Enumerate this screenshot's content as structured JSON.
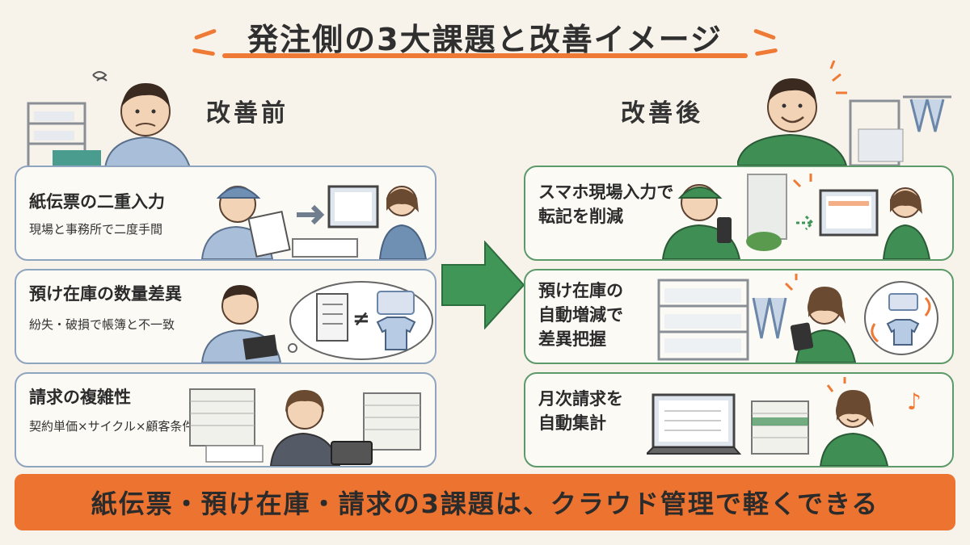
{
  "title": "発注側の3大課題と改善イメージ",
  "before": {
    "label": "改善前",
    "cards": [
      {
        "title": "紙伝票の二重入力",
        "sub": "現場と事務所で二度手間"
      },
      {
        "title": "預け在庫の数量差異",
        "sub": "紛失・破損で帳簿と不一致"
      },
      {
        "title": "請求の複雑性",
        "sub": "契約単価×サイクル×顧客条件"
      }
    ]
  },
  "after": {
    "label": "改善後",
    "cards": [
      {
        "line1": "スマホ現場入力で",
        "line2": "転記を削減"
      },
      {
        "line1": "預け在庫の",
        "line2": "自動増減で",
        "line3": "差異把握"
      },
      {
        "line1": "月次請求を",
        "line2": "自動集計"
      }
    ]
  },
  "symbols": {
    "not_equal": "≠",
    "note": "♪"
  },
  "banner": "紙伝票・預け在庫・請求の3課題は、クラウド管理で軽くできる",
  "colors": {
    "background": "#f7f3ea",
    "accent_orange": "#ec7330",
    "before_border": "#8fa4bf",
    "after_border": "#5c9a6a",
    "arrow_green": "#3f9656"
  }
}
